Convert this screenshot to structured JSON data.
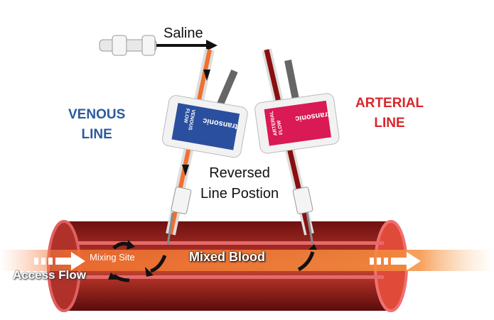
{
  "labels": {
    "saline": "Saline",
    "venous_line": [
      "VENOUS",
      "LINE"
    ],
    "arterial_line": [
      "ARTERIAL",
      "LINE"
    ],
    "reversed": [
      "Reversed",
      "Line Postion"
    ],
    "mixing_site": "Mixing Site",
    "mixed_blood": "Mixed Blood",
    "access_flow": "Access Flow"
  },
  "sensors": {
    "venous": {
      "flow_label": [
        "VENOUS",
        "FLOW"
      ],
      "brand": "transonic",
      "color": "#2a4f9e"
    },
    "arterial": {
      "flow_label": [
        "ARTERIAL",
        "FLOW"
      ],
      "brand": "transonic",
      "color": "#d91a55"
    }
  },
  "colors": {
    "vessel": "#8e1f1f",
    "vessel_inner": "#c83a2e",
    "blood_flow": "#f07a30"
  }
}
